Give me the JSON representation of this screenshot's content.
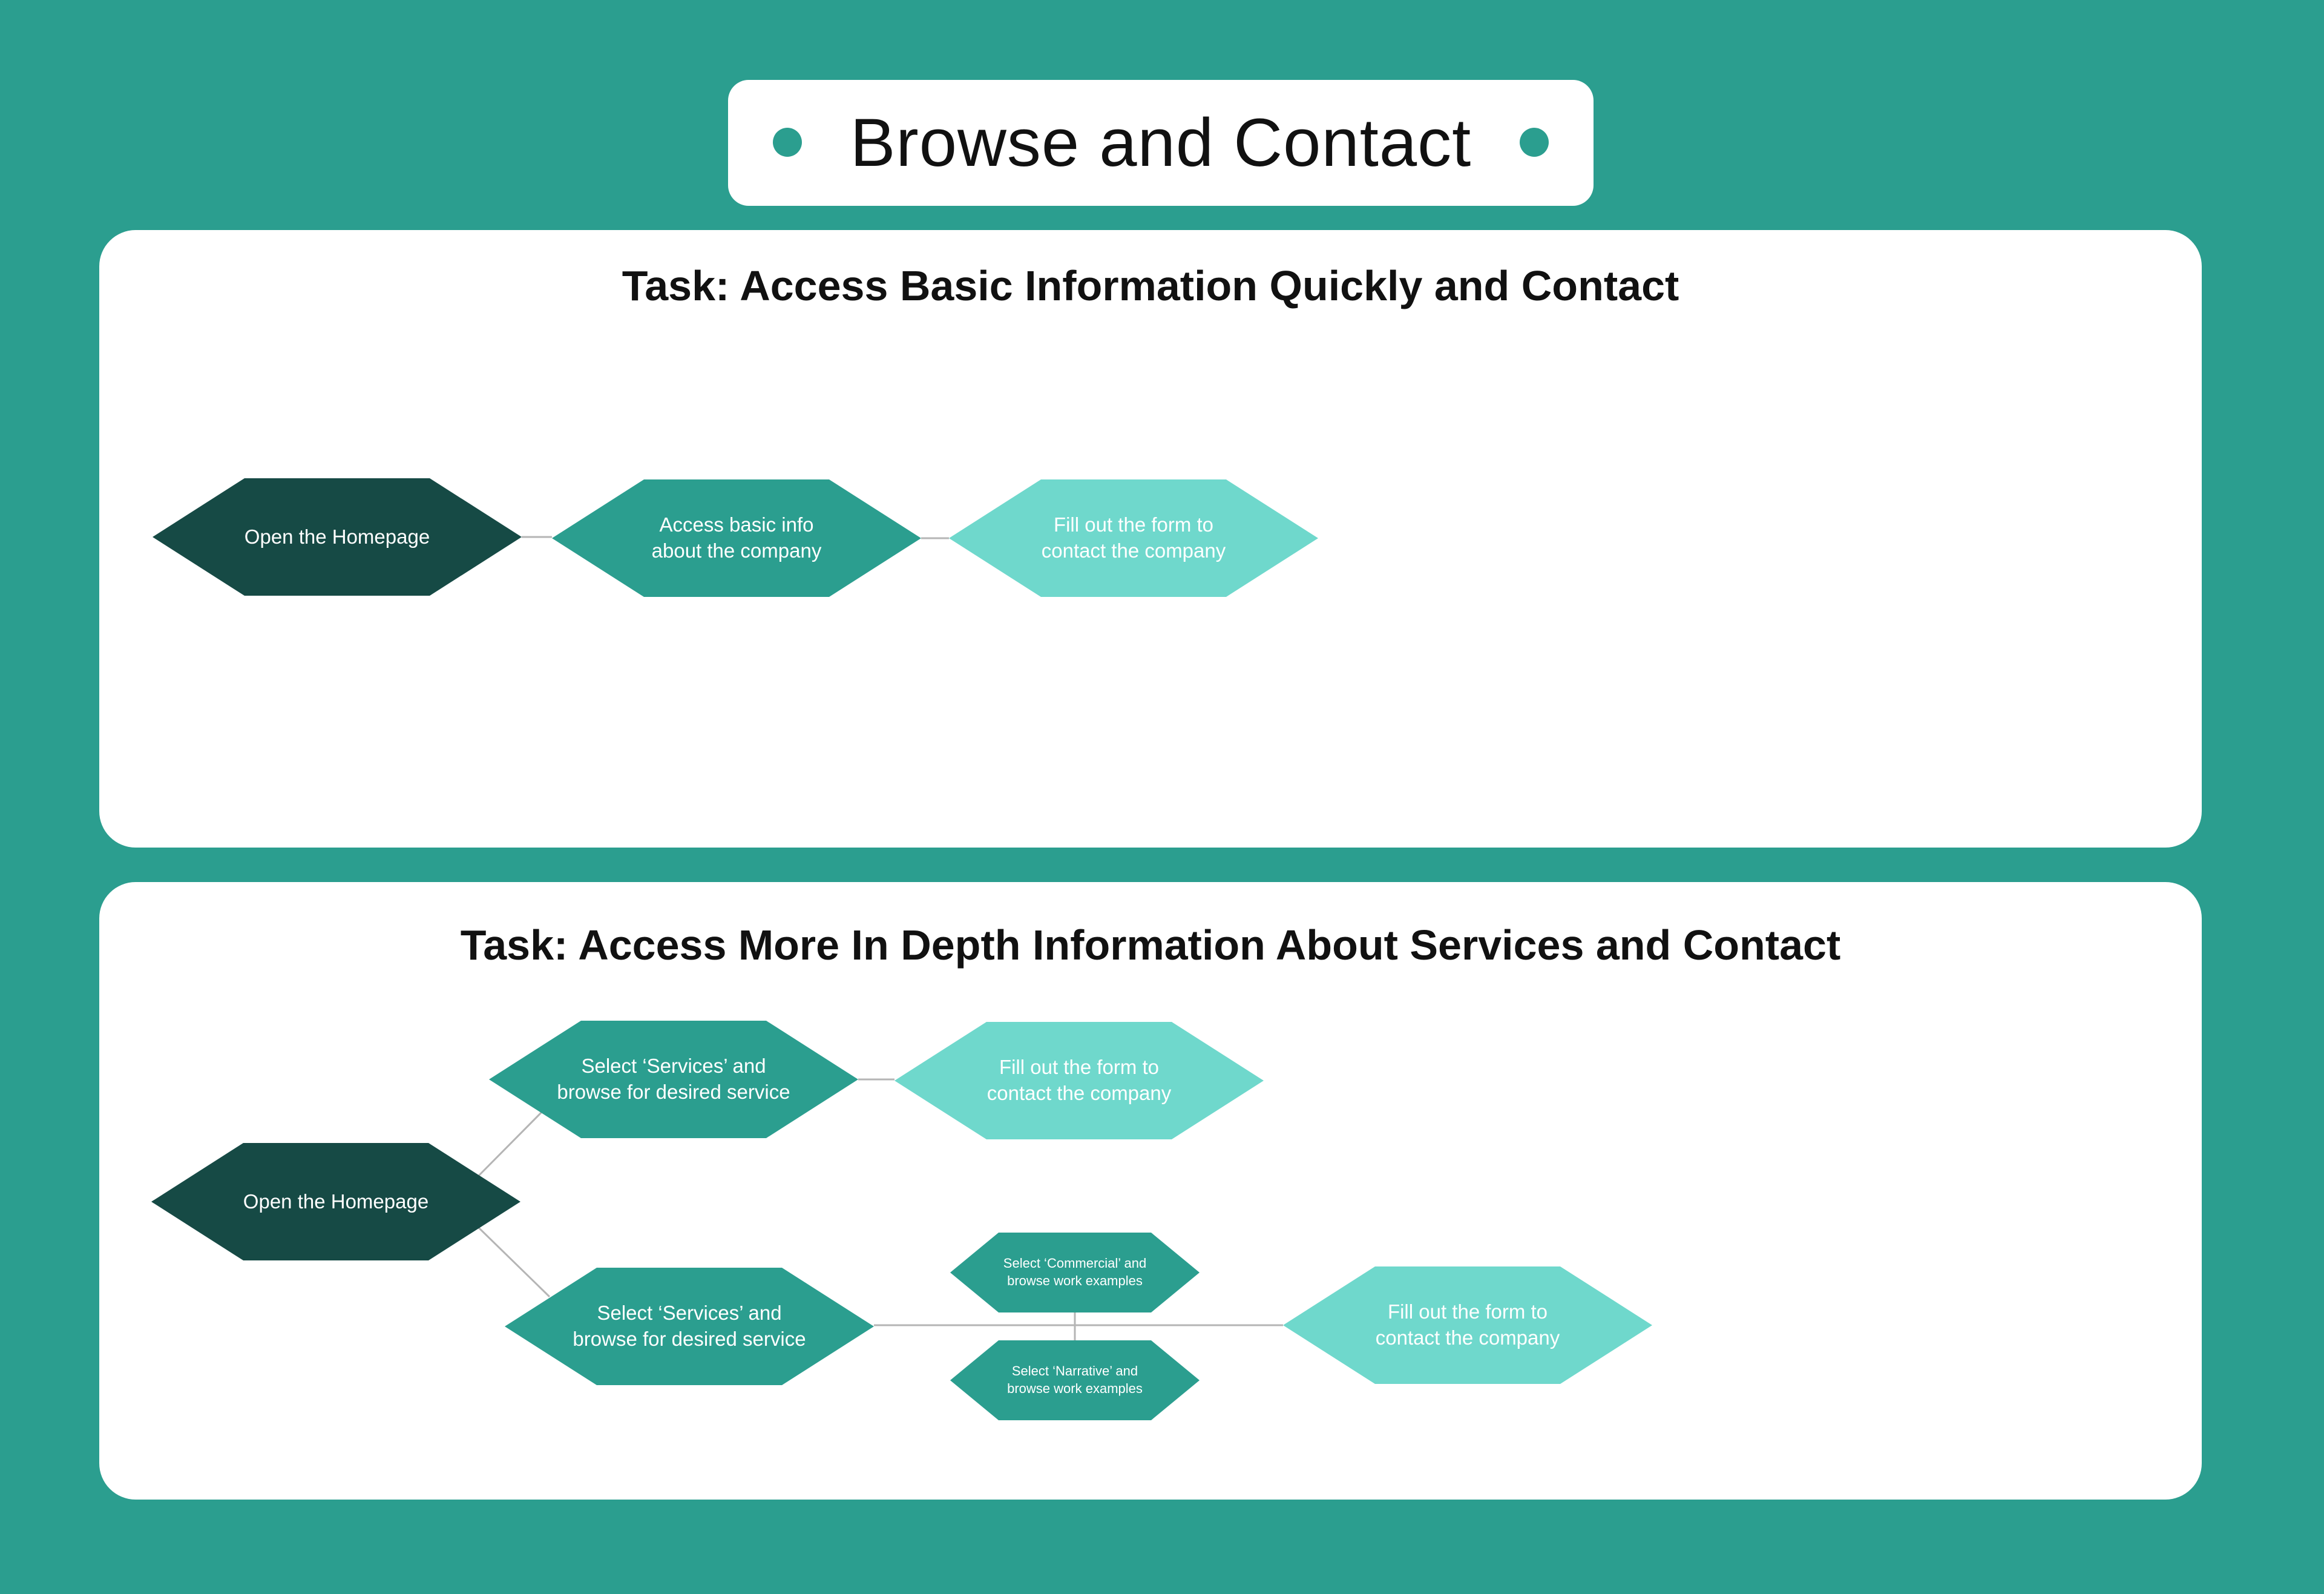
{
  "title": "Browse and Contact",
  "colors": {
    "background": "#2b9e8f",
    "dark": "#164a45",
    "mid": "#2b9e8f",
    "light": "#6fd8cc",
    "connector": "#b5b5b5"
  },
  "tasks": [
    {
      "title": "Task: Access Basic Information Quickly and Contact",
      "nodes": [
        {
          "label": "Open the Homepage",
          "shade": "dark"
        },
        {
          "label": "Access basic info\nabout the company",
          "shade": "mid"
        },
        {
          "label": "Fill out the form to\ncontact the company",
          "shade": "light"
        }
      ]
    },
    {
      "title": "Task: Access More In Depth Information About Services and Contact",
      "nodes": [
        {
          "label": "Open the Homepage",
          "shade": "dark"
        },
        {
          "label": "Select ‘Services’ and\nbrowse for desired service",
          "shade": "mid"
        },
        {
          "label": "Fill out the form to\ncontact the company",
          "shade": "light"
        },
        {
          "label": "Select ‘Services’ and\nbrowse for desired service",
          "shade": "mid"
        },
        {
          "label": "Select ‘Commercial’ and\nbrowse work examples",
          "shade": "mid"
        },
        {
          "label": "Select ‘Narrative’ and\nbrowse work examples",
          "shade": "mid"
        },
        {
          "label": "Fill out the form to\ncontact the company",
          "shade": "light"
        }
      ]
    }
  ]
}
